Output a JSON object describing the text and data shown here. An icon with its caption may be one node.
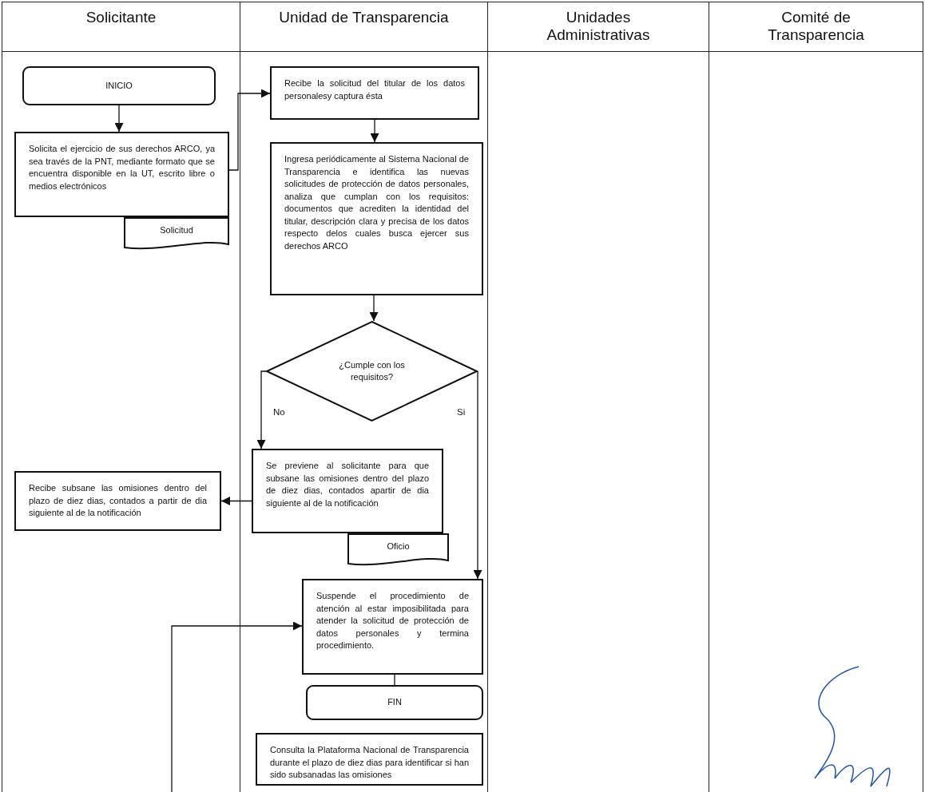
{
  "diagram": {
    "nodes": [
      {
        "text": [
          "Solicitante"
        ]
      },
      {
        "text": [
          "Unidad de Transparencia"
        ]
      },
      {
        "text": [
          "Unidades Administrativas"
        ]
      },
      {
        "text": [
          "Comité de Transparencia"
        ]
      },
      {
        "text": [
          "INICIO"
        ],
        "in": 0
      },
      {
        "text": [
          "Solicita el ejercicio de sus derechos ARCO, ya sea través de la PNT, mediante formato que se encuentra disponible en la UT, escrito libre o medios electrónicos"
        ],
        "in": 0
      },
      {
        "text": [
          "Solicitud"
        ],
        "in": 0
      },
      {
        "text": [
          "Recibe la solicitud del titular de los datos personalesy captura ésta"
        ],
        "in": 1
      },
      {
        "text": [
          "Ingresa periódicamente al Sistema Nacional de Transparencia e identifica las nuevas solicitudes de protección de datos personales, analiza que cumplan con los requisitos: documentos que acrediten la identidad del titular, descripción clara y precisa de los datos respecto delos cuales busca ejercer sus derechos ARCO"
        ],
        "in": 1
      },
      {
        "text": [
          "¿Cumple con los requisitos?"
        ],
        "in": 1
      },
      {
        "text": [
          "Se previene al solicitante para que subsane las omisiones dentro del plazo de diez dias, contados apartir de dia siguiente al de la notificación"
        ],
        "in": 1
      },
      {
        "text": [
          "Oficio"
        ],
        "in": 1
      },
      {
        "text": [
          "Recibe subsane las omisiones dentro del plazo de diez dias, contados a partir de dia siguiente al de la notificación"
        ],
        "in": 0
      },
      {
        "text": [
          "Suspende el procedimiento de atención al estar imposibilitada para atender la solicitud de protección de datos personales y termina procedimiento."
        ],
        "in": 1
      },
      {
        "text": [
          "FIN"
        ],
        "in": 1
      },
      {
        "text": [
          "Consulta la Plataforma Nacional de Transparencia durante el plazo de diez dias para identificar si han sido subsanadas las omisiones"
        ],
        "in": 1
      }
    ],
    "edges": [
      {
        "from": 4,
        "to": 5,
        "arrow": "to"
      },
      {
        "from": 5,
        "to": 7,
        "arrow": "to"
      },
      {
        "from": 7,
        "to": 8,
        "arrow": "to"
      },
      {
        "from": 8,
        "to": 9,
        "arrow": "to"
      },
      {
        "from": 9,
        "to": 10,
        "arrow": "to",
        "label": "No"
      },
      {
        "from": 9,
        "to": 13,
        "arrow": "to",
        "label": "Si"
      },
      {
        "from": 10,
        "to": 12,
        "arrow": "to"
      },
      {
        "from": 13,
        "to": 14,
        "arrow": "none"
      },
      {
        "from": 0,
        "to": 13,
        "arrow": "to"
      }
    ]
  }
}
